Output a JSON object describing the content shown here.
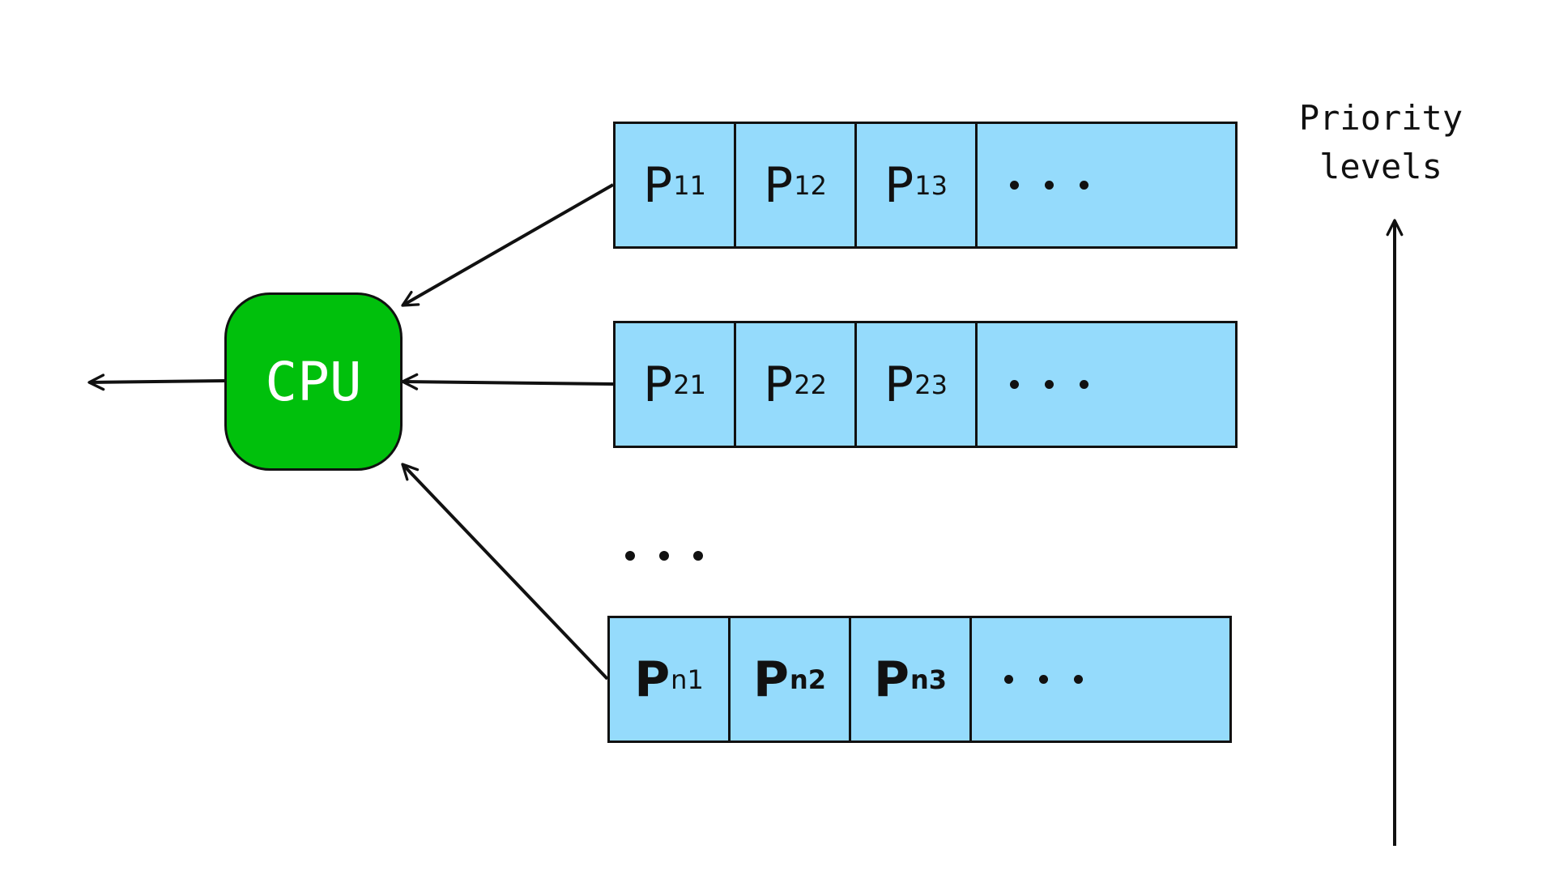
{
  "cpu": {
    "label": "CPU"
  },
  "priority_axis": {
    "label": "Priority\nlevels"
  },
  "queues": [
    {
      "cells": [
        {
          "base": "P",
          "sub": "11"
        },
        {
          "base": "P",
          "sub": "12"
        },
        {
          "base": "P",
          "sub": "13"
        }
      ]
    },
    {
      "cells": [
        {
          "base": "P",
          "sub": "21"
        },
        {
          "base": "P",
          "sub": "22"
        },
        {
          "base": "P",
          "sub": "23"
        }
      ]
    },
    {
      "cells": [
        {
          "base": "P",
          "sub": "n1"
        },
        {
          "base": "P",
          "sub": "n2"
        },
        {
          "base": "P",
          "sub": "n3"
        }
      ]
    }
  ],
  "colors": {
    "queue_fill": "#95dbfc",
    "cpu_fill": "#00c00c",
    "stroke": "#111111"
  }
}
